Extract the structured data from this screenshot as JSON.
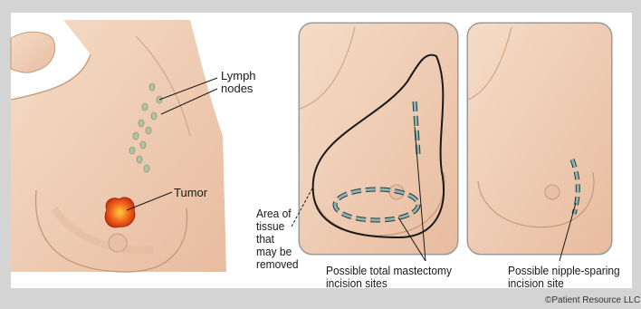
{
  "labels": {
    "lymph_nodes": "Lymph\nnodes",
    "tumor": "Tumor",
    "area_removed": "Area of\ntissue\nthat\nmay be\nremoved",
    "total_mastectomy": "Possible total mastectomy\nincision sites",
    "nipple_sparing": "Possible nipple-sparing\nincision site",
    "copyright": "©Patient Resource LLC"
  },
  "colors": {
    "background": "#d4d4d4",
    "panel": "#ffffff",
    "skin": "#f0d1bb",
    "skin_shadow": "#d9aa8c",
    "tumor": "#e23b16",
    "lymph_node": "#b3c0a3",
    "incision_dash": "#8fb0ad",
    "outline_line": "#1a1a1a"
  },
  "icons": [
    "torso-illustration",
    "lymph-node-icon",
    "tumor-icon",
    "incision-line-icon"
  ]
}
